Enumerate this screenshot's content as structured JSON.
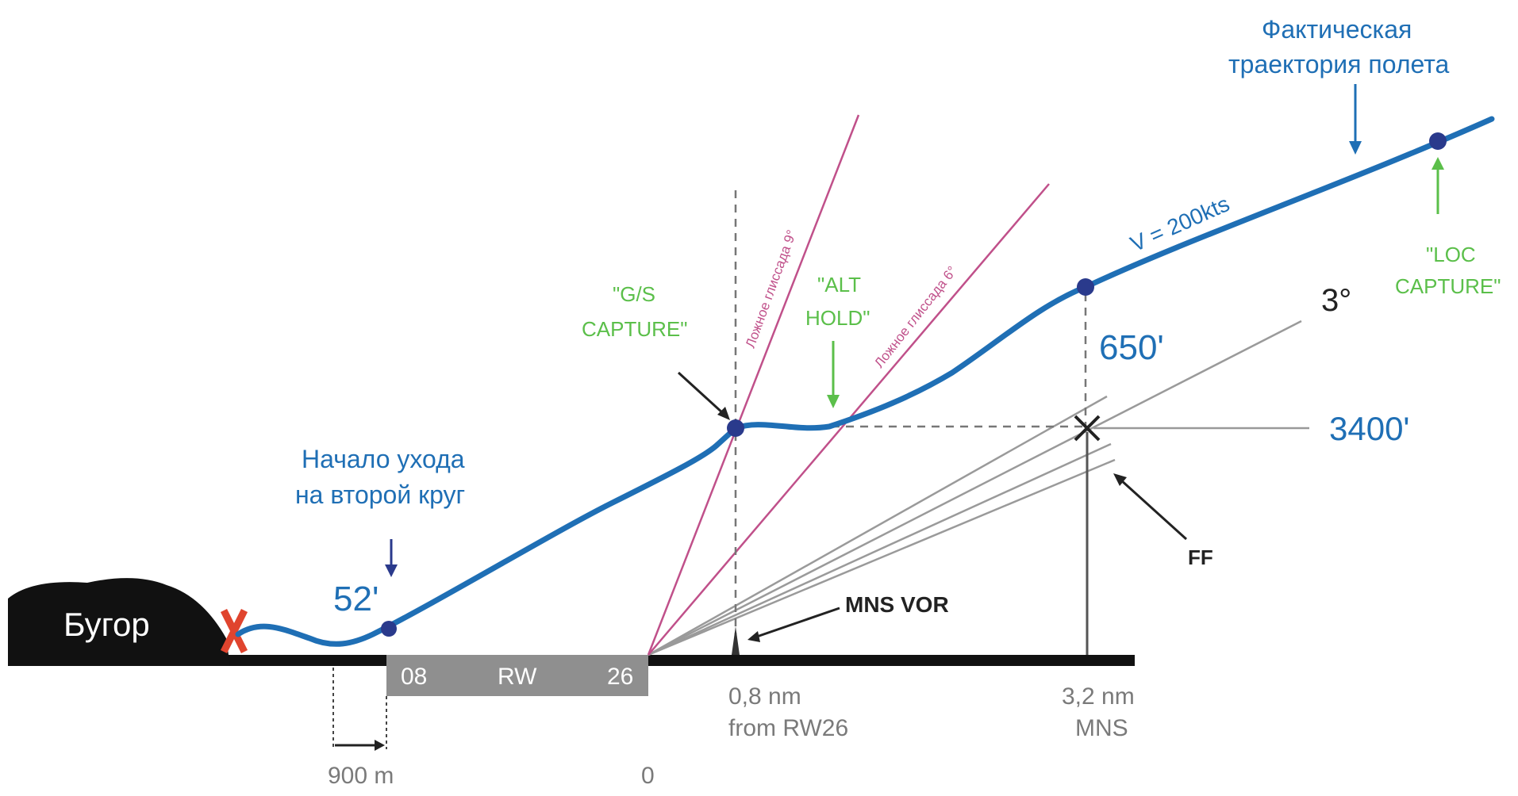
{
  "labels": {
    "actual_path_line1": "Фактическая",
    "actual_path_line2": "траектория полета",
    "speed": "V = 200kts",
    "loc_capture_line1": "\"LOC",
    "loc_capture_line2": "CAPTURE\"",
    "gs_capture_line1": "\"G/S",
    "gs_capture_line2": "CAPTURE\"",
    "alt_hold_line1": "\"ALT",
    "alt_hold_line2": "HOLD\"",
    "lobe_9": "Ложное глиссада 9°",
    "lobe_6": "Ложное глиссада 6°",
    "glide_angle": "3°",
    "alt_650": "650'",
    "alt_3400": "3400'",
    "ff": "FF",
    "go_around_line1": "Начало ухода",
    "go_around_line2": "на второй круг",
    "alt_52": "52'",
    "hill": "Бугор",
    "mns_vor": "MNS VOR",
    "rw_08": "08",
    "rw": "RW",
    "rw_26": "26",
    "dist_08nm_line1": "0,8 nm",
    "dist_08nm_line2": "from RW26",
    "dist_32nm_line1": "3,2 nm",
    "dist_32nm_line2": "MNS",
    "dist_900m": "900 m",
    "zero": "0"
  },
  "colors": {
    "path": "#1f6fb5",
    "green": "#5bbf4a",
    "pink": "#c0508a",
    "ground": "#111111",
    "runway": "#8f8f8f",
    "crash": "#e0442e"
  }
}
